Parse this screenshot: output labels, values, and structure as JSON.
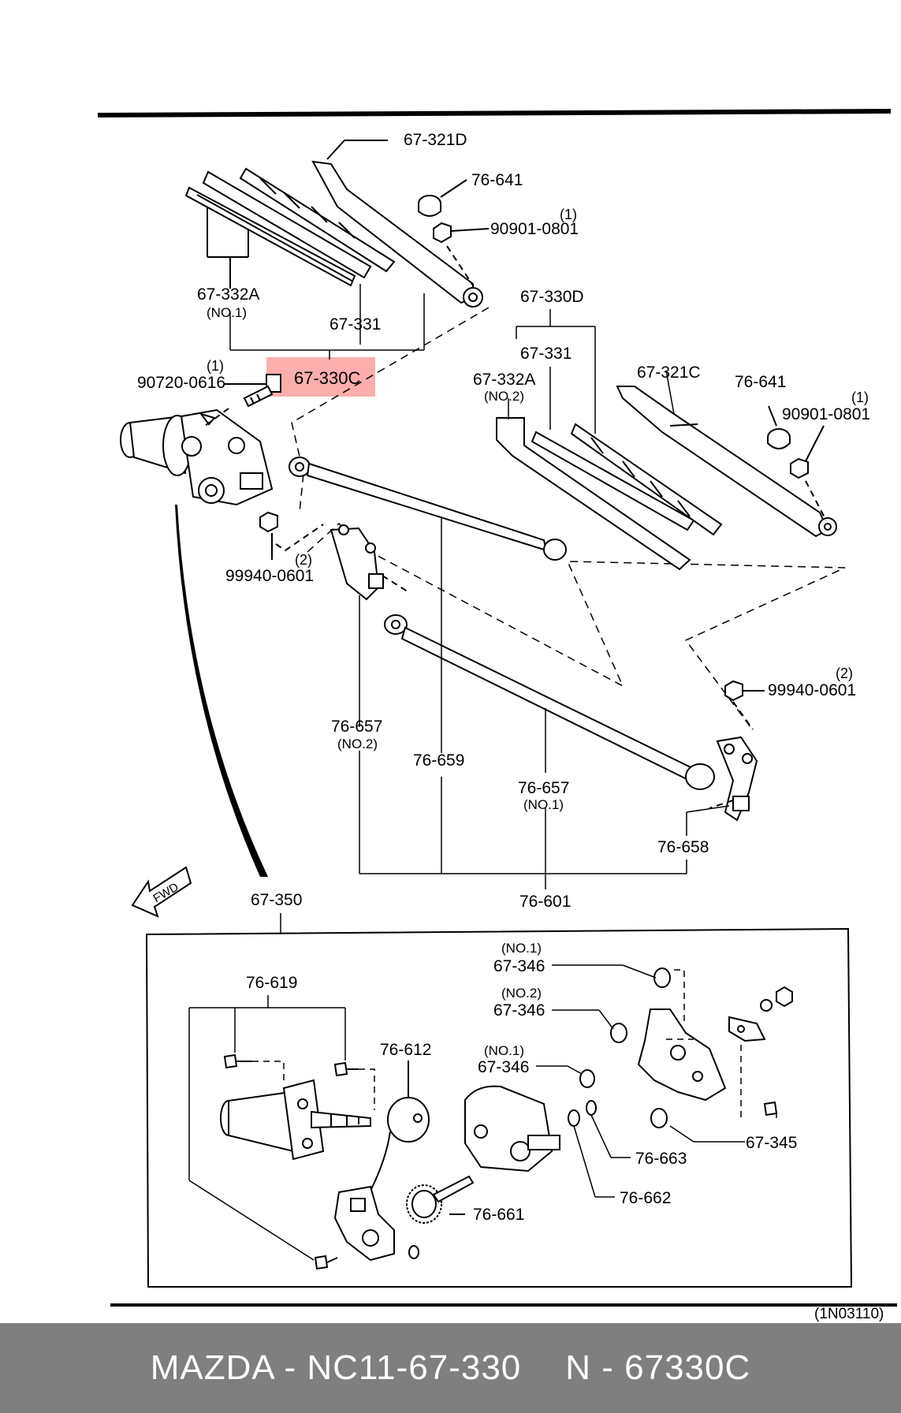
{
  "colors": {
    "line": "#000000",
    "highlight": "#fcaeae",
    "footer_bg": "#7f7f7f",
    "footer_text": "#ffffff"
  },
  "labels": {
    "l_67321D": "67-321D",
    "l_76641a": "76-641",
    "l_90901a_qty": "(1)",
    "l_90901a": "90901-0801",
    "l_67332A_1": "67-332A",
    "l_no1_a": "(NO.1)",
    "l_67331a": "67-331",
    "l_67330C": "67-330C",
    "l_90720_qty": "(1)",
    "l_90720": "90720-0616",
    "l_67330D": "67-330D",
    "l_67331b": "67-331",
    "l_67332A_2": "67-332A",
    "l_no2_a": "(NO.2)",
    "l_67321C": "67-321C",
    "l_76641b": "76-641",
    "l_90901b_qty": "(1)",
    "l_90901b": "90901-0801",
    "l_99940a_qty": "(2)",
    "l_99940a": "99940-0601",
    "l_99940b_qty": "(2)",
    "l_99940b": "99940-0601",
    "l_76657_2": "76-657",
    "l_no2_b": "(NO.2)",
    "l_76659": "76-659",
    "l_76657_1": "76-657",
    "l_no1_b": "(NO.1)",
    "l_76658": "76-658",
    "l_76601": "76-601",
    "l_fwd": "FWD",
    "l_67350": "67-350",
    "l_76619": "76-619",
    "l_76612": "76-612",
    "l_no1_c": "(NO.1)",
    "l_67346a": "67-346",
    "l_no2_c": "(NO.2)",
    "l_67346b": "67-346",
    "l_no1_d": "(NO.1)",
    "l_67346c": "67-346",
    "l_76663": "76-663",
    "l_67345": "67-345",
    "l_76662": "76-662",
    "l_76661": "76-661",
    "l_code": "(1N03110)"
  },
  "footer": {
    "brand_part": "MAZDA - NC11-67-330",
    "oem_part": "N - 67330C"
  }
}
